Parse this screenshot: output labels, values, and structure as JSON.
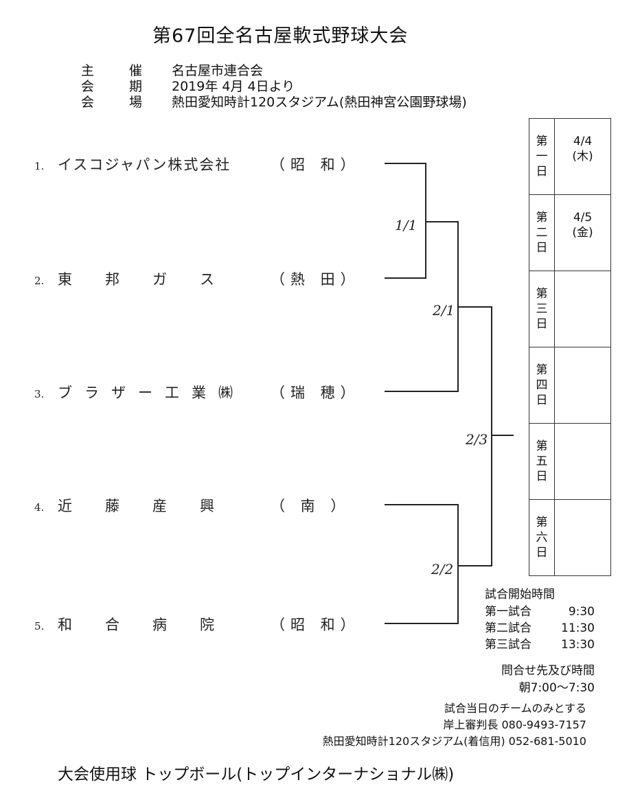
{
  "title": "第67回全名古屋軟式野球大会",
  "info": [
    {
      "label": [
        "主",
        "催"
      ],
      "value": "名古屋市連合会"
    },
    {
      "label": [
        "会",
        "期"
      ],
      "value": "2019年 4月 4日より"
    },
    {
      "label": [
        "会",
        "場"
      ],
      "value": "熱田愛知時計120スタジアム(熱田神宮公園野球場)"
    }
  ],
  "teams": [
    {
      "num": "1.",
      "name": "イスコジャパン株式会社",
      "area": "（昭 和）"
    },
    {
      "num": "2.",
      "name": "東邦ガス",
      "area": "（熱 田）"
    },
    {
      "num": "3.",
      "name": "ブラザー工業㈱",
      "area": "（瑞 穂）"
    },
    {
      "num": "4.",
      "name": "近藤産興",
      "area": "（ 南 ）"
    },
    {
      "num": "5.",
      "name": "和合病院",
      "area": "（昭 和）"
    }
  ],
  "results": [
    "1/1",
    "2/1",
    "2/3",
    "2/2"
  ],
  "schedule": [
    {
      "day": [
        "第",
        "一",
        "日"
      ],
      "date": [
        "4/4",
        "(木)"
      ]
    },
    {
      "day": [
        "第",
        "二",
        "日"
      ],
      "date": [
        "4/5",
        "(金)"
      ]
    },
    {
      "day": [
        "第",
        "三",
        "日"
      ],
      "date": [
        "",
        ""
      ]
    },
    {
      "day": [
        "第",
        "四",
        "日"
      ],
      "date": [
        "",
        ""
      ]
    },
    {
      "day": [
        "第",
        "五",
        "日"
      ],
      "date": [
        "",
        ""
      ]
    },
    {
      "day": [
        "第",
        "六",
        "日"
      ],
      "date": [
        "",
        ""
      ]
    }
  ],
  "start_times": {
    "heading": "試合開始時間",
    "rows": [
      {
        "label": "第一試合",
        "time": "9:30"
      },
      {
        "label": "第二試合",
        "time": "11:30"
      },
      {
        "label": "第三試合",
        "time": "13:30"
      }
    ]
  },
  "contact": {
    "heading": "問合せ先及び時間",
    "hours": "朝7:00～7:30",
    "note": "試合当日のチームのみとする",
    "umpire": "岸上審判長  080-9493-7157",
    "stadium": "熱田愛知時計120スタジアム(着信用)  052-681-5010"
  },
  "ball": "大会使用球  トップボール(トップインターナショナル㈱)"
}
